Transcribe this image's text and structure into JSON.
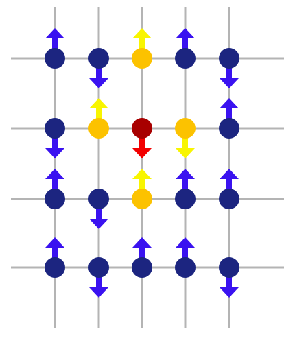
{
  "colors": {
    "background": "#ffffff",
    "grid_line": "#b4b4b4",
    "spin_default_site": "#1c2580",
    "spin_default_arrow": "#3a12f0",
    "spin_neighbor_site": "#fcc200",
    "spin_neighbor_arrow": "#f8f500",
    "spin_center_site": "#a80000",
    "spin_center_arrow": "#f20000"
  },
  "lattice": {
    "rows": 4,
    "cols": 5,
    "spins": [
      [
        "up",
        "down",
        "up",
        "up",
        "down"
      ],
      [
        "down",
        "up",
        "down",
        "down",
        "up"
      ],
      [
        "up",
        "down",
        "up",
        "up",
        "up"
      ],
      [
        "up",
        "down",
        "up",
        "up",
        "down"
      ]
    ],
    "site_types": [
      [
        "default",
        "default",
        "neighbor",
        "default",
        "default"
      ],
      [
        "default",
        "neighbor",
        "center",
        "neighbor",
        "default"
      ],
      [
        "default",
        "default",
        "neighbor",
        "default",
        "default"
      ],
      [
        "default",
        "default",
        "default",
        "default",
        "default"
      ]
    ]
  }
}
